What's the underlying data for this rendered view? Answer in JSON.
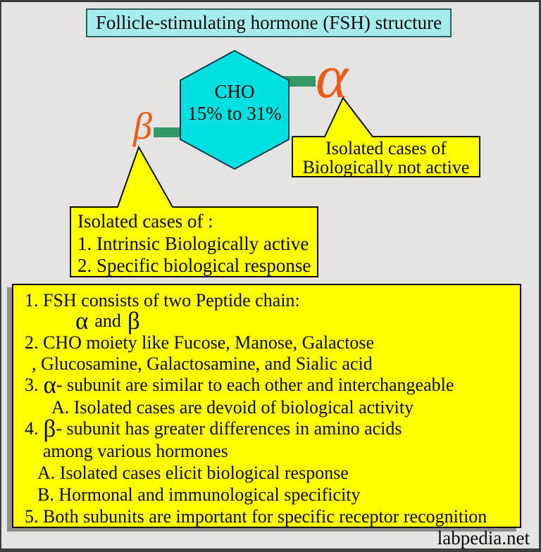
{
  "colors": {
    "background": "#e5e4e2",
    "frame_border": "#3e3e3e",
    "title_bg": "#a6ecec",
    "hexagon_fill": "#00e0e0",
    "hexagon_border": "#143c50",
    "callout_yellow": "#ffff00",
    "connector_green": "#339966",
    "subunit_orange": "#ee5a14",
    "notes_shadow": "#8f8f8f",
    "text": "#0a0a0a"
  },
  "title": "Follicle-stimulating hormone (FSH) structure",
  "hexagon": {
    "line1": "CHO",
    "line2": "15% to 31%"
  },
  "alpha_symbol": "α",
  "beta_symbol": "β",
  "alpha_callout": {
    "line1": "Isolated cases of",
    "line2": "Biologically not active"
  },
  "beta_callout": {
    "line1": "Isolated cases of :",
    "line2": "1. Intrinsic Biologically active",
    "line3": "2. Specific biological response"
  },
  "notes": {
    "line1": "1. FSH consists of two Peptide chain:",
    "line2_alpha": "α",
    "line2_and": "and",
    "line2_beta": "β",
    "line3": "2. CHO moiety like Fucose, Manose, Galactose",
    "line4": ", Glucosamine, Galactosamine, and Sialic acid",
    "line5_num": "3.",
    "line5_alpha": "α",
    "line5_rest": "- subunit are similar to each other and interchangeable",
    "line6": "A. Isolated cases are devoid of biological activity",
    "line7_num": "4.",
    "line7_beta": "β",
    "line7_rest": "- subunit has greater differences in amino acids",
    "line8": "among various hormones",
    "line9": "A. Isolated cases elicit biological response",
    "line10": "B. Hormonal and immunological specificity",
    "line11": "5. Both subunits are important for specific receptor recognition"
  },
  "watermark": "labpedia.net"
}
